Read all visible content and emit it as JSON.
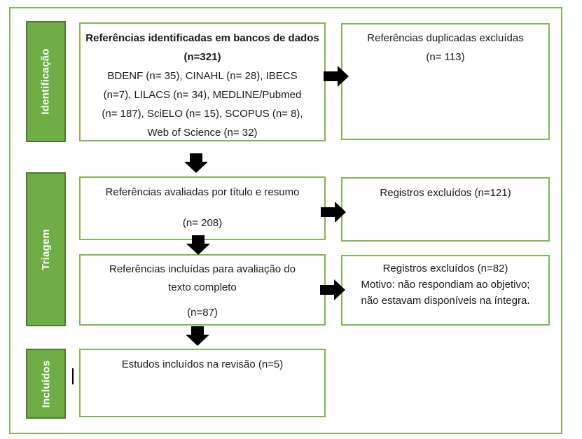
{
  "diagram": {
    "title": "PRISMA-style literature selection flow diagram (Portuguese)",
    "stages": [
      {
        "label": "Identificação"
      },
      {
        "label": "Triagem"
      },
      {
        "label": "Incluídos"
      }
    ],
    "boxes": {
      "identified": {
        "title": "Referências identificadas em bancos de dados (n=321)",
        "detail": "BDENF (n= 35), CINAHL (n= 28), IBECS (n=7), LILACS (n= 34), MEDLINE/Pubmed (n= 187), SciELO (n= 15), SCOPUS (n= 8), Web of Science (n= 32)"
      },
      "duplicates_excluded": {
        "text": "Referências duplicadas excluídas",
        "count": "(n= 113)"
      },
      "title_abstract_screening": {
        "text": "Referências avaliadas por título e resumo",
        "count": "(n= 208)"
      },
      "records_excluded_1": {
        "text": "Registros excluídos (n=121)"
      },
      "full_text_assessment": {
        "text": "Referências incluídas para avaliação do texto completo",
        "count": "(n=87)"
      },
      "records_excluded_2": {
        "text": "Registros excluídos (n=82)",
        "reason": "Motivo: não respondiam ao objetivo; não estavam disponíveis na íntegra."
      },
      "included_studies": {
        "text": "Estudos incluídos na revisão (n=5)"
      }
    },
    "colors": {
      "stage_fill": "#70ad47",
      "stage_border": "#4e7a2e",
      "box_border": "#83b655",
      "arrow": "#000000",
      "stage_text": "#ffffff"
    }
  }
}
